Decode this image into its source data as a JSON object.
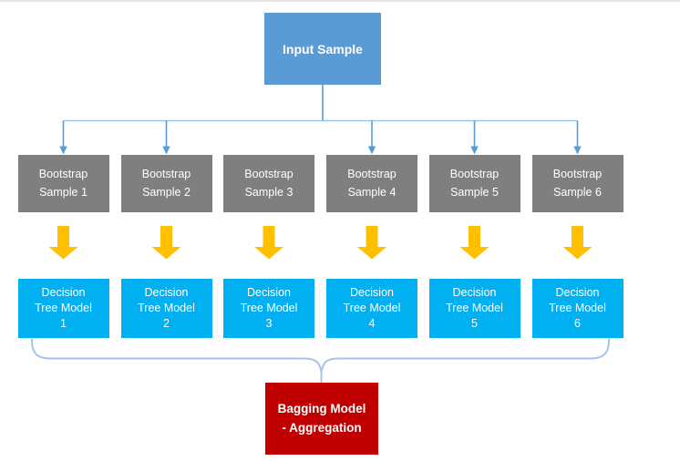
{
  "colors": {
    "input_box": "#5b9bd5",
    "bootstrap_box": "#7f7f7f",
    "decision_tree_box": "#00b0f0",
    "aggregation_box": "#c00000",
    "flow_arrow": "#ffc000",
    "connector_blue": "#5b9bd5",
    "distribution_line": "#9dc3e6",
    "brace": "#a5c5e8",
    "top_border": "#e7e6e6",
    "box_text": "#ffffff"
  },
  "icons": {
    "flow_arrow_icon": "orange-block-arrow-down",
    "connector_arrowhead_icon": "small-blue-arrowhead-down",
    "brace_icon": "horizontal-curly-brace-down"
  },
  "diagram": {
    "input": {
      "label": "Input Sample"
    },
    "bootstrap_samples": [
      {
        "label": "Bootstrap\nSample 1"
      },
      {
        "label": "Bootstrap\nSample 2"
      },
      {
        "label": "Bootstrap\nSample 3"
      },
      {
        "label": "Bootstrap\nSample 4"
      },
      {
        "label": "Bootstrap\nSample 5"
      },
      {
        "label": "Bootstrap\nSample 6"
      }
    ],
    "decision_trees": [
      {
        "label": "Decision\nTree Model\n1"
      },
      {
        "label": "Decision\nTree Model\n2"
      },
      {
        "label": "Decision\nTree Model\n3"
      },
      {
        "label": "Decision\nTree Model\n4"
      },
      {
        "label": "Decision\nTree Model\n5"
      },
      {
        "label": "Decision\nTree Model\n6"
      }
    ],
    "aggregation": {
      "label": "Bagging Model\n- Aggregation"
    }
  }
}
